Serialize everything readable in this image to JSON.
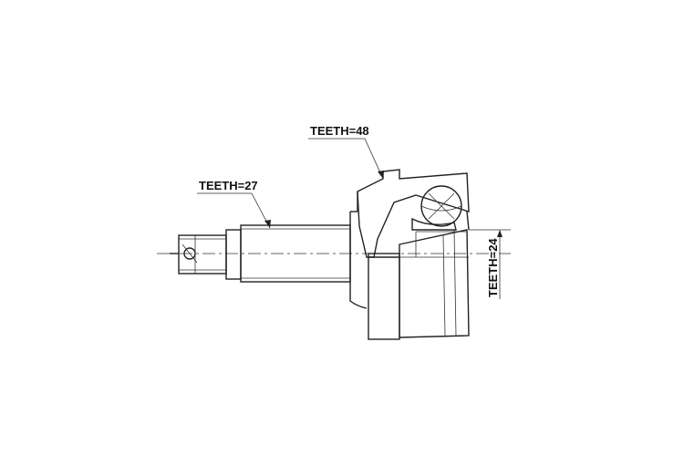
{
  "labels": {
    "teeth_outer": "TEETH=48",
    "teeth_shaft": "TEETH=27",
    "teeth_inner": "TEETH=24"
  },
  "colors": {
    "line": "#222222",
    "background": "#ffffff"
  }
}
